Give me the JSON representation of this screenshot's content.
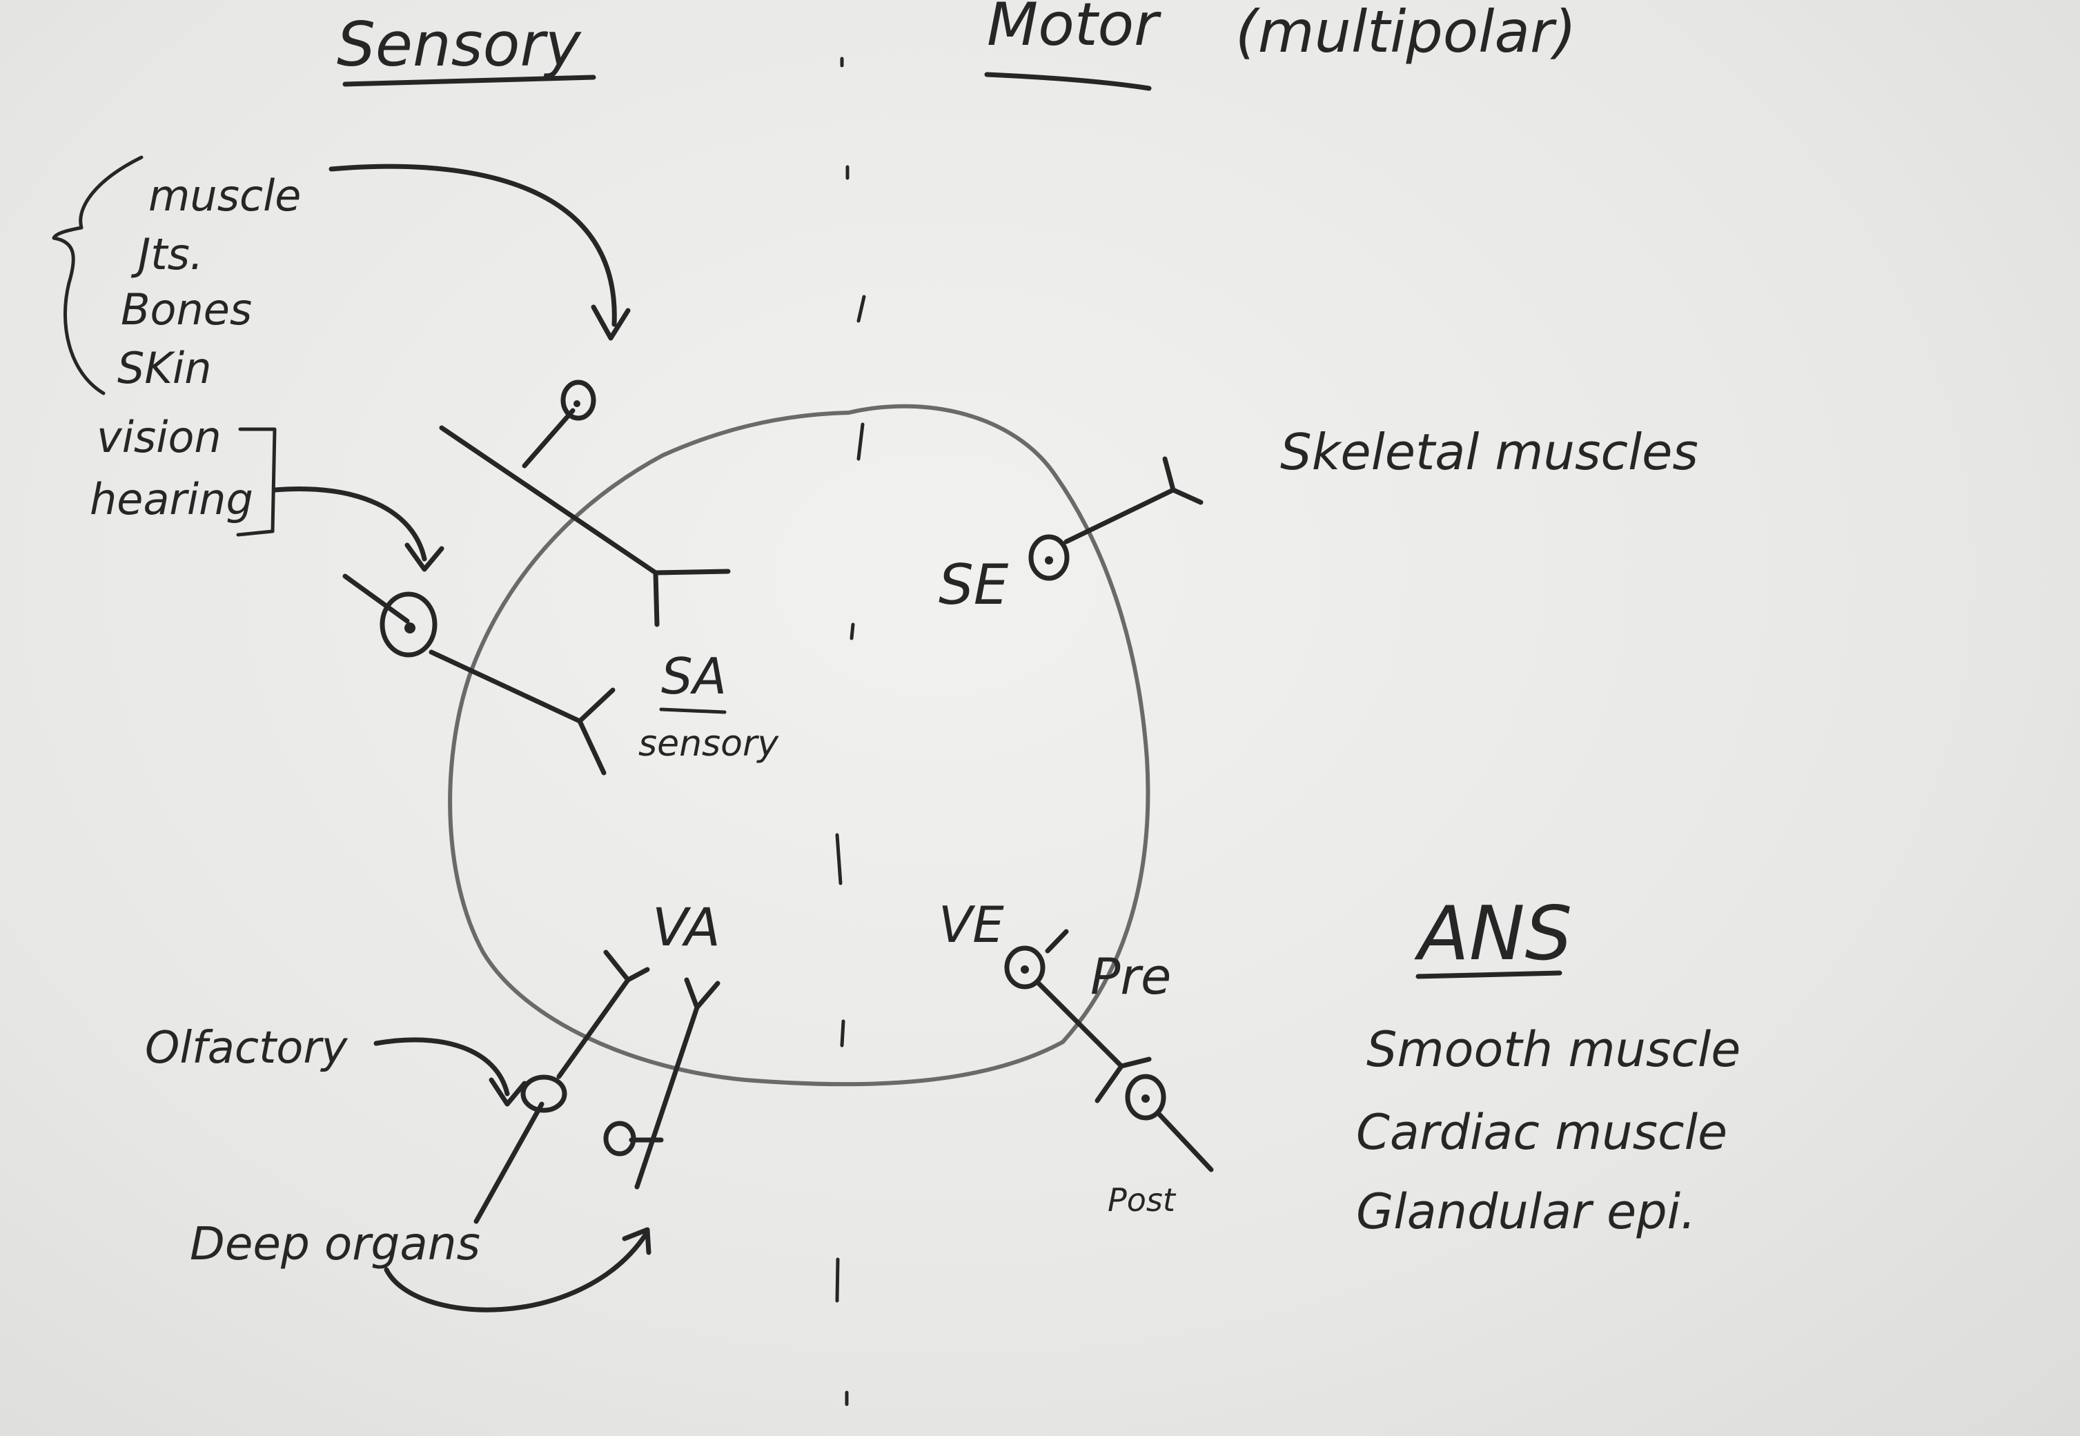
{
  "headings": {
    "sensory": "Sensory",
    "motor": "Motor",
    "motor_note": "(multipolar)",
    "ans": "ANS"
  },
  "sensory_sources": {
    "somatic": [
      "muscle",
      "Jts.",
      "Bones",
      "SKin"
    ],
    "special": [
      "vision",
      "hearing"
    ],
    "olfactory": "Olfactory",
    "deep_organs": "Deep organs"
  },
  "neuron_labels": {
    "sa": "SA",
    "sa_sub": "sensory",
    "se": "SE",
    "va": "VA",
    "ve": "VE",
    "pre": "Pre",
    "post": "Post"
  },
  "targets": {
    "somatic_effector": "Skeletal muscles",
    "ans_effectors": [
      "Smooth muscle",
      "Cardiac muscle",
      "Glandular epi."
    ]
  },
  "colors": {
    "ink": "#262626",
    "pencil": "#6a6a6a",
    "paper": "#f0f0ee"
  }
}
